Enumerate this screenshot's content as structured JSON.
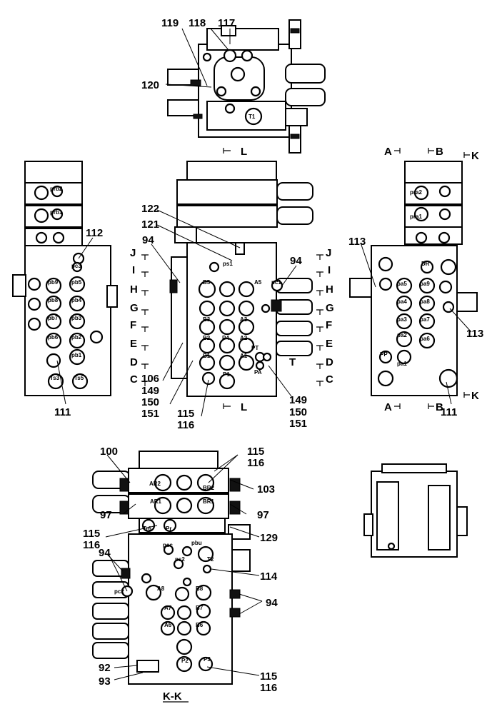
{
  "part_numbers": {
    "p119": "119",
    "p118": "118",
    "p117": "117",
    "p120": "120",
    "p122": "122",
    "p121": "121",
    "p112": "112",
    "p113": "113",
    "p94a": "94",
    "p94b": "94",
    "p94c": "94",
    "p94d": "94",
    "p106": "106",
    "p149a": "149",
    "p150a": "150",
    "p151a": "151",
    "p115a": "115",
    "p116a": "116",
    "p149b": "149",
    "p150b": "150",
    "p151b": "151",
    "p111a": "111",
    "p111b": "111",
    "p100": "100",
    "p115b": "115",
    "p116b": "116",
    "p103": "103",
    "p97a": "97",
    "p97b": "97",
    "p115c": "115",
    "p116c": "116",
    "p129": "129",
    "p114": "114",
    "p92": "92",
    "p93": "93",
    "p115d": "115",
    "p116d": "116",
    "p113b": "113"
  },
  "section_marks": {
    "J": "J",
    "I": "I",
    "H": "H",
    "G": "G",
    "F": "F",
    "E": "E",
    "D": "D",
    "C": "C",
    "L": "L",
    "A": "A",
    "B": "B",
    "K": "K"
  },
  "view_title": "K-K",
  "ports": {
    "T1": "T1",
    "prb2": "prb2",
    "prb1": "prb1",
    "pc3": "pc3",
    "pb9": "pb9",
    "pb5": "pb5",
    "pb8": "pb8",
    "pb4": "pb4",
    "pb7": "pb7",
    "pb3": "pb3",
    "pb6": "pb6",
    "pb2": "pb2",
    "pb1": "pb1",
    "Ts3": "Ts3",
    "Ts5": "Ts5",
    "ps1": "ps1",
    "B5": "B5",
    "A5": "A5",
    "pc1": "pc1",
    "B3": "B3",
    "A3": "A3",
    "B2": "B2",
    "P4": "P4",
    "A2": "A2",
    "PT": "PT",
    "B1": "B1",
    "A1": "A1",
    "T": "T",
    "PA": "PA",
    "P1": "P1",
    "pra2": "pra2",
    "pra1": "pra1",
    "DR": "DR",
    "pa5": "pa5",
    "pa9": "pa9",
    "pa4": "pa4",
    "pa8": "pa8",
    "pa3": "pa3",
    "pa7": "pa7",
    "pa2": "pa2",
    "pa6": "pa6",
    "PP": "PP",
    "pa1": "pa1",
    "AR2": "AR2",
    "BR2": "BR2",
    "AR1": "AR1",
    "BR1": "BR1",
    "Tr6": "Tr6",
    "Pr": "Pr",
    "pcc": "pcc",
    "ps2": "ps2",
    "pbu": "pbu",
    "T2": "T2",
    "pc2": "pc2",
    "A8": "A8",
    "B8": "B8",
    "A7": "A7",
    "B7": "B7",
    "A6": "A6",
    "B6": "B6",
    "P2": "P2",
    "P3": "P3"
  }
}
